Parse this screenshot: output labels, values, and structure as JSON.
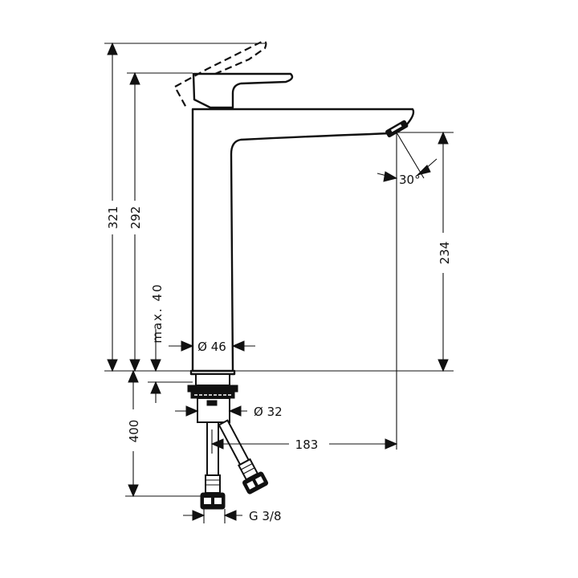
{
  "drawing": {
    "title": "Basin mixer dimension drawing",
    "line_color": "#111111",
    "background": "#ffffff"
  },
  "dimensions": {
    "total_height": "321",
    "lever_height": "292",
    "max_deck_thickness": "max. 40",
    "body_diameter": "Ø 46",
    "shank_diameter": "Ø 32",
    "spout_height": "234",
    "spout_angle": "30°",
    "spout_reach": "183",
    "hose_length": "400",
    "connection_thread": "G 3/8"
  }
}
